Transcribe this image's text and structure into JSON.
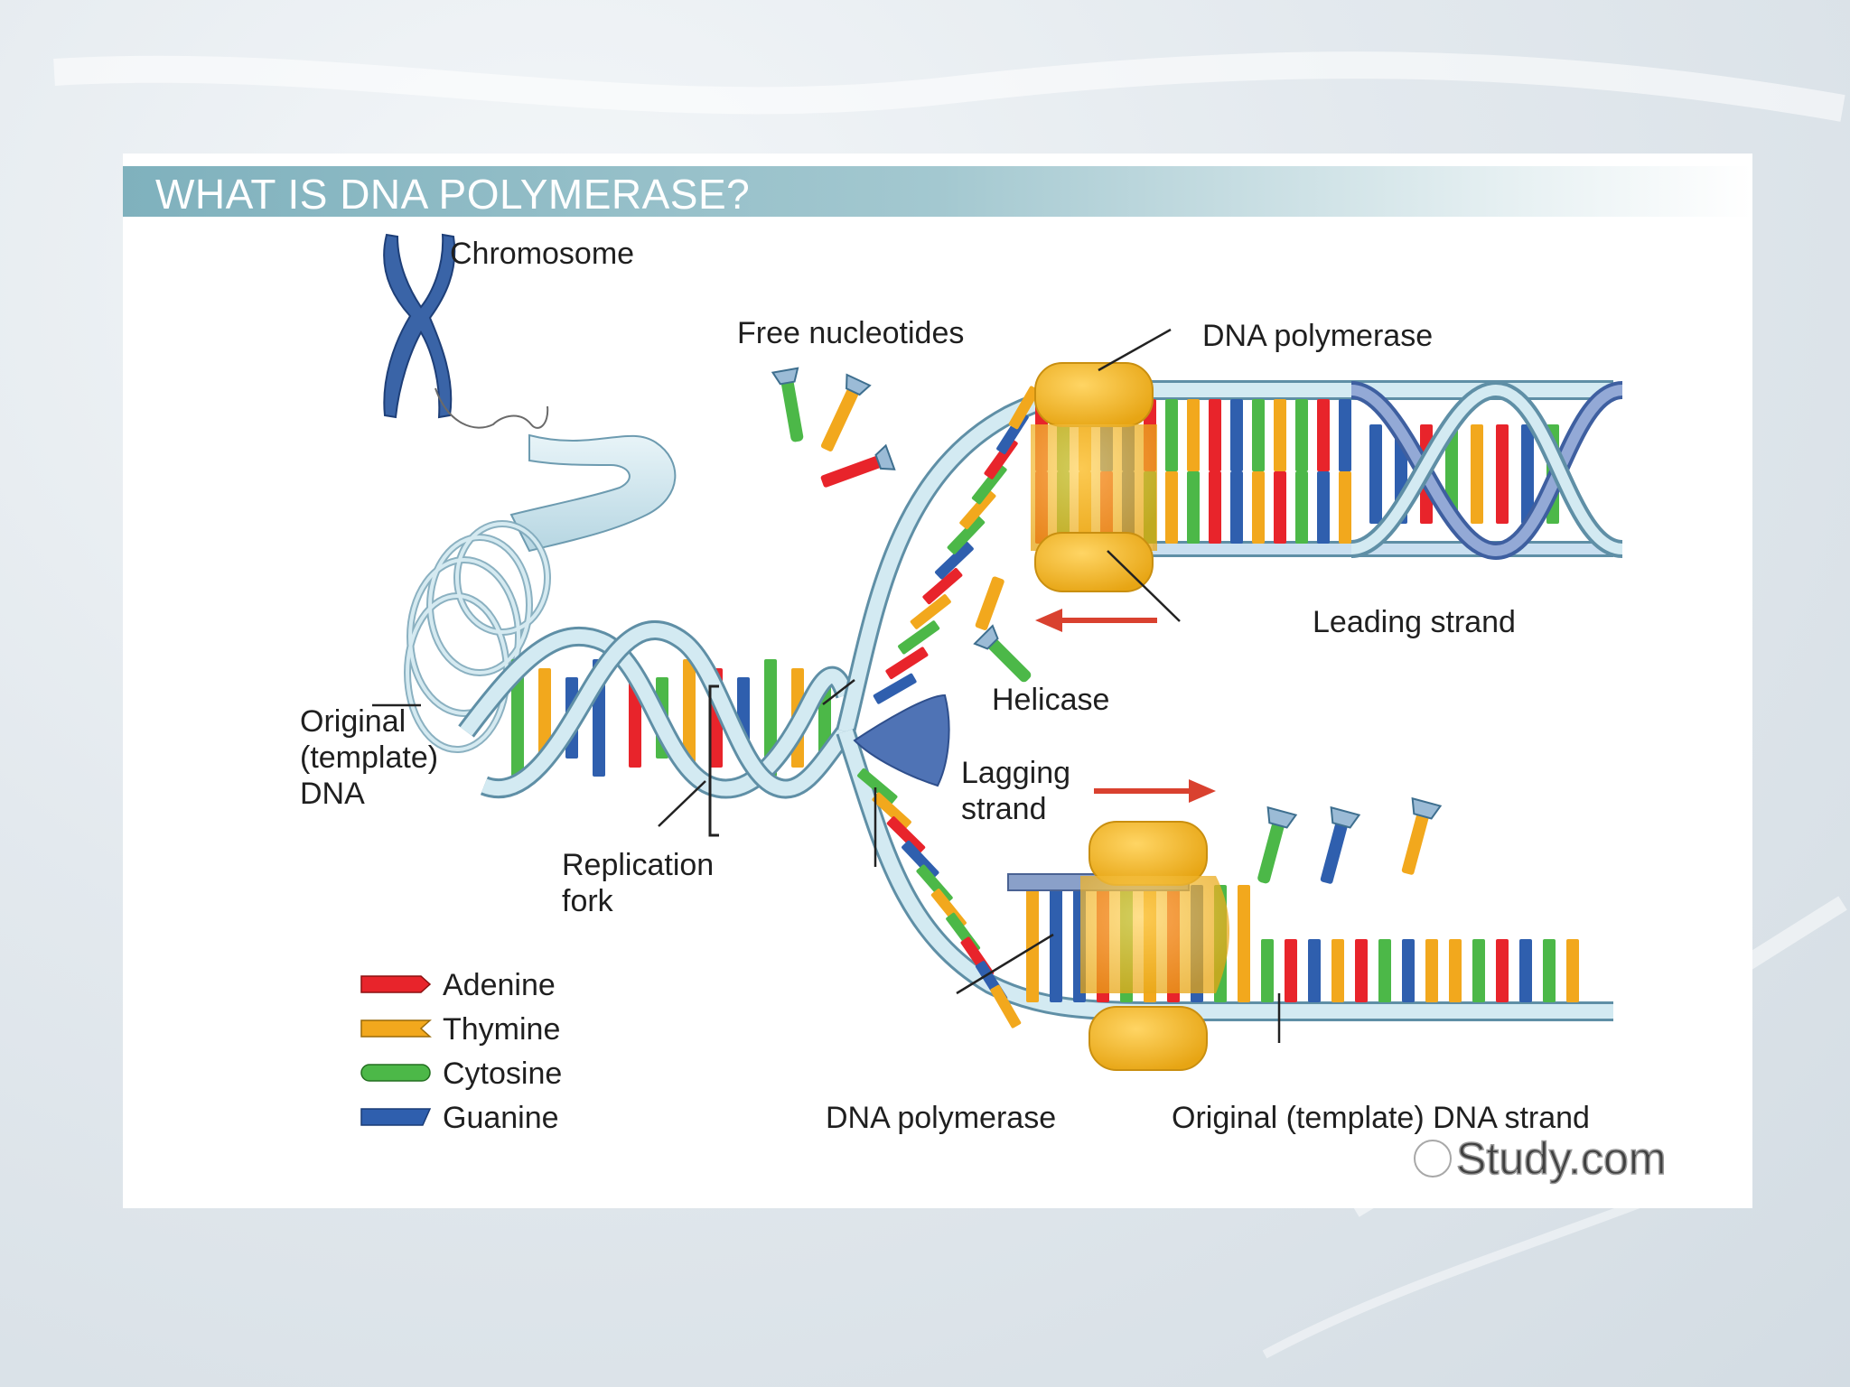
{
  "slide": {
    "title": "WHAT IS DNA POLYMERASE?"
  },
  "labels": {
    "chromosome": "Chromosome",
    "free_nucleotides": "Free nucleotides",
    "dna_polymerase_top": "DNA polymerase",
    "leading_strand": "Leading strand",
    "original_line1": "Original",
    "original_line2": "(template)",
    "original_line3": "DNA",
    "helicase": "Helicase",
    "lagging_line1": "Lagging",
    "lagging_line2": "strand",
    "replication_line1": "Replication",
    "replication_line2": "fork",
    "dna_polymerase_bottom": "DNA polymerase",
    "original_template_strand": "Original (template) DNA strand"
  },
  "legend": [
    {
      "name": "Adenine",
      "color": "#e8242b"
    },
    {
      "name": "Thymine",
      "color": "#f2a81d"
    },
    {
      "name": "Cytosine",
      "color": "#4cb848"
    },
    {
      "name": "Guanine",
      "color": "#2f5fae"
    }
  ],
  "colors": {
    "backbone": "#cfe6ef",
    "backbone_stroke": "#5f8fa6",
    "polymerase": "#f4b92a",
    "helicase": "#4f73b5",
    "arrow": "#d9412f"
  },
  "watermark": "Study.com"
}
